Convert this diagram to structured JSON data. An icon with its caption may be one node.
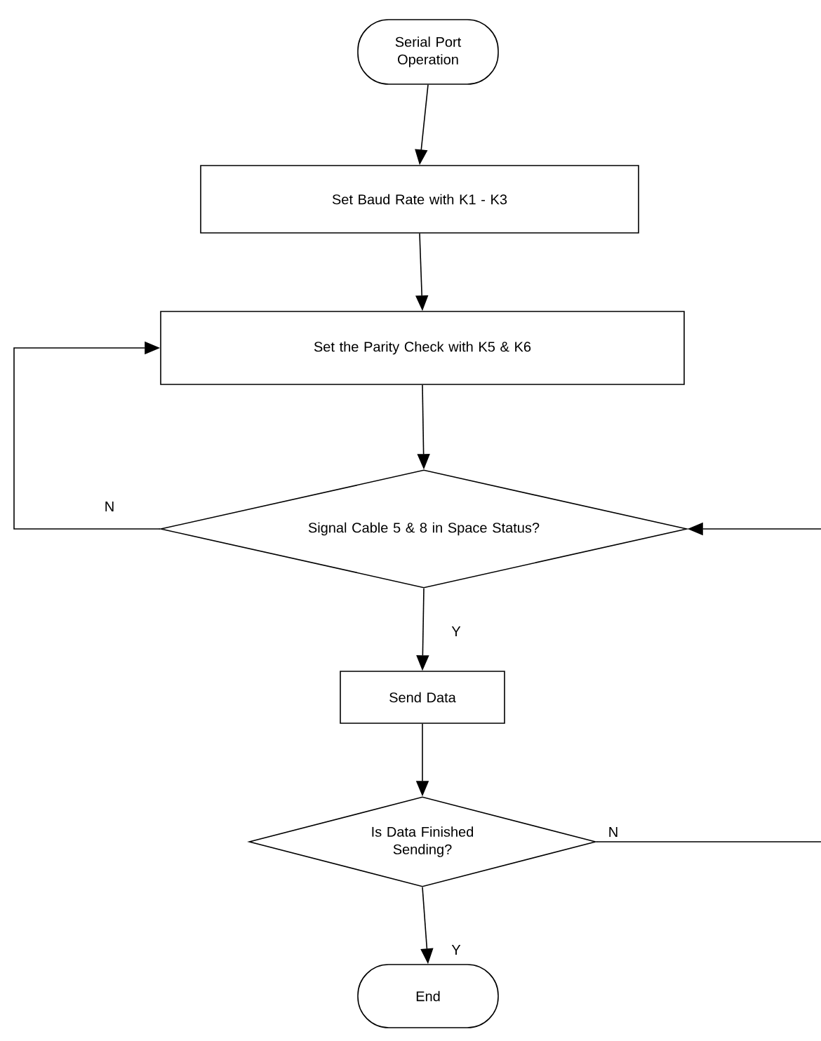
{
  "diagram": {
    "nodes": [
      {
        "text": [
          "Serial Port Operation"
        ]
      },
      {
        "text": [
          "Set Baud Rate with K1 - K3"
        ]
      },
      {
        "text": [
          "Set the Parity Check with K5 & K6"
        ]
      },
      {
        "text": [
          "Signal Cable 5 & 8 in Space Status?"
        ]
      },
      {
        "text": [
          "Send Data"
        ]
      },
      {
        "text": [
          "Is Data Finished Sending?"
        ]
      },
      {
        "text": [
          "End"
        ]
      }
    ],
    "edges": [
      {
        "from": 0,
        "to": 1,
        "arrow": "to"
      },
      {
        "from": 1,
        "to": 2,
        "arrow": "to"
      },
      {
        "from": 2,
        "to": 3,
        "arrow": "to"
      },
      {
        "from": 3,
        "to": 2,
        "arrow": "to",
        "label": "N"
      },
      {
        "from": 3,
        "to": 4,
        "arrow": "to",
        "label": "Y"
      },
      {
        "from": 4,
        "to": 5,
        "arrow": "to"
      },
      {
        "from": 5,
        "to": 3,
        "arrow": "to",
        "label": "N"
      },
      {
        "from": 5,
        "to": 6,
        "arrow": "to",
        "label": "Y"
      }
    ]
  }
}
